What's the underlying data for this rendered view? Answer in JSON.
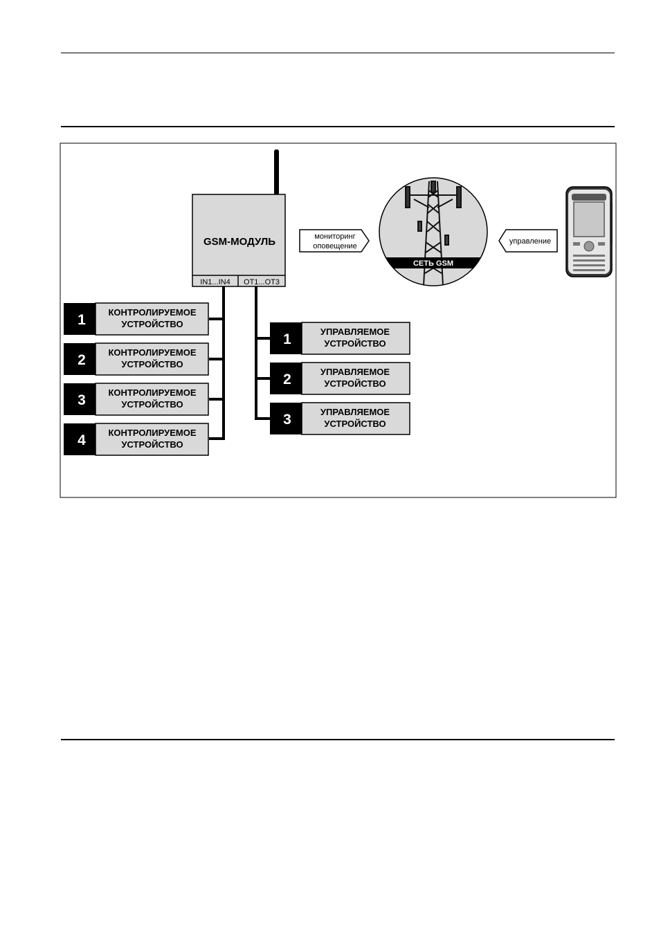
{
  "module": {
    "title": "GSM-МОДУЛЬ",
    "inputs": "IN1...IN4",
    "outputs": "OT1...OT3"
  },
  "arrows": {
    "monitoring_line1": "мониторинг",
    "monitoring_line2": "оповещение",
    "control": "управление"
  },
  "network": {
    "label": "СЕТЬ GSM"
  },
  "monitored_devices": [
    {
      "num": "1",
      "line1": "КОНТРОЛИРУЕМОЕ",
      "line2": "УСТРОЙСТВО"
    },
    {
      "num": "2",
      "line1": "КОНТРОЛИРУЕМОЕ",
      "line2": "УСТРОЙСТВО"
    },
    {
      "num": "3",
      "line1": "КОНТРОЛИРУЕМОЕ",
      "line2": "УСТРОЙСТВО"
    },
    {
      "num": "4",
      "line1": "КОНТРОЛИРУЕМОЕ",
      "line2": "УСТРОЙСТВО"
    }
  ],
  "controlled_devices": [
    {
      "num": "1",
      "line1": "УПРАВЛЯЕМОЕ",
      "line2": "УСТРОЙСТВО"
    },
    {
      "num": "2",
      "line1": "УПРАВЛЯЕМОЕ",
      "line2": "УСТРОЙСТВО"
    },
    {
      "num": "3",
      "line1": "УПРАВЛЯЕМОЕ",
      "line2": "УСТРОЙСТВО"
    }
  ],
  "colors": {
    "box_fill": "#d9d9d9",
    "dark": "#000000",
    "line": "#000000"
  },
  "icons": [
    "antenna-icon",
    "cell-tower-icon",
    "mobile-phone-icon"
  ]
}
